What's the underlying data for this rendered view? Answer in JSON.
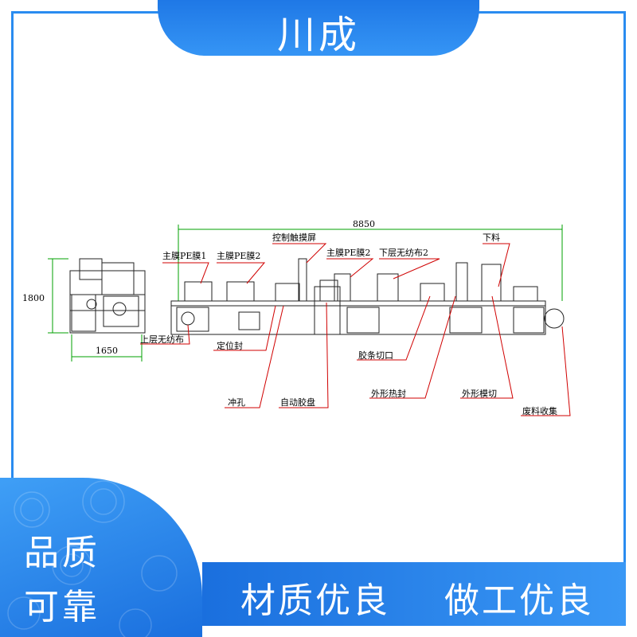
{
  "brand": "川成",
  "badge": {
    "line1": "品质",
    "line2": "可靠"
  },
  "slogans": [
    "材质优良",
    "做工优良"
  ],
  "colors": {
    "accent": "#2a8cf0",
    "dimension": "#00a000",
    "leader": "#d00000"
  },
  "dimensions": {
    "total_length": "8850",
    "height": "1800",
    "unwinder_width": "1650"
  },
  "labels": {
    "pe_film_1": "主膜PE膜1",
    "pe_film_2": "主膜PE膜2",
    "control_touchscreen": "控制触摸屏",
    "pe_film_2b": "主膜PE膜2",
    "lower_nonwoven_2": "下层无纺布2",
    "unload": "下料",
    "upper_nonwoven": "上层无纺布",
    "positioning_seal": "定位封",
    "punch_hole": "冲孔",
    "auto_tape_tray": "自动胶盘",
    "tape_cut": "胶条切口",
    "outline_heat_seal": "外形热封",
    "outline_die_cut": "外形模切",
    "waste_collection": "废料收集"
  }
}
